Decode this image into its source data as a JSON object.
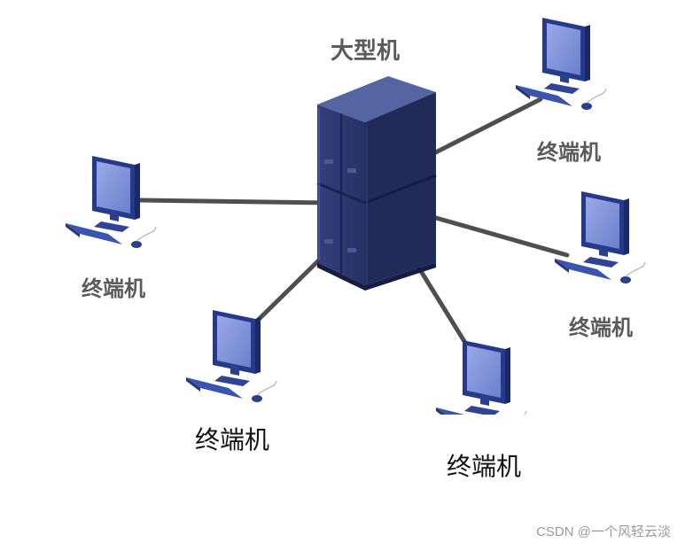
{
  "diagram": {
    "mainframe_label": "大型机",
    "terminals": [
      {
        "id": "t-top-right",
        "label": "终端机"
      },
      {
        "id": "t-left",
        "label": "终端机"
      },
      {
        "id": "t-right",
        "label": "终端机"
      },
      {
        "id": "t-bottom-left",
        "label": "终端机"
      },
      {
        "id": "t-bottom-right",
        "label": "终端机"
      }
    ],
    "colors": {
      "server_front": "#2d3a72",
      "server_side": "#212b57",
      "server_top": "#5564a3",
      "monitor_frame": "#2a3f8f",
      "monitor_screen": "#7e93d8",
      "link_line": "#4f4f4f"
    }
  },
  "watermark": "CSDN @一个风轻云淡"
}
